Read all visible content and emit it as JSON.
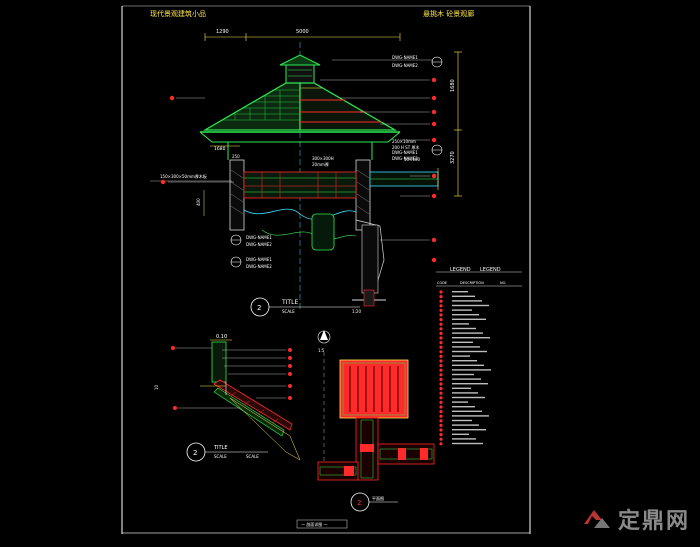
{
  "sheet": {
    "title_left": "现代景观建筑小品",
    "title_right": "悬挑木 砼景观廊",
    "bottom_label": "— 剖面详图 —"
  },
  "section_main": {
    "dim_top_left": "1290",
    "dim_top_right": "5000",
    "dim_right_upper": "1680",
    "dim_right_lower": "3270",
    "dim_left": "1680",
    "dim_left_post": "400",
    "label_250": "250",
    "label_beam": "300×300H",
    "label_slab": "20mm厚",
    "label_left_beam": "150×300×50mm厚木板",
    "label_right_beam": "50×100",
    "label_detail_a": "250×10mm",
    "label_detail_b": "200 H ST 厚木",
    "callout_a": "DWG-NAME1",
    "callout_b": "DWG-NAME2",
    "callout_c": "DWG-NAME1",
    "callout_d": "DWG-NAME2",
    "callout_e": "DWG-NAME1",
    "callout_f": "DWG-NAME2",
    "callout_g": "DWG-NAME1",
    "callout_h": "DWG-NAME2",
    "marker_num": "2",
    "marker_title": "TITLE",
    "marker_scale": "SCALE",
    "marker_scale_value": "1:20"
  },
  "section_detail": {
    "dim_top": "0.10",
    "marker_num": "2",
    "marker_title": "TITLE",
    "marker_scale_left": "SCALE",
    "marker_scale_right": "SCALE"
  },
  "plan": {
    "dim_top": "1:5",
    "marker_num": "2",
    "marker_title": "平面图"
  },
  "legend": {
    "header_left": "LEGEND",
    "header_right": "LEGEND",
    "col1": "CODE",
    "col2": "DESCRIPTION",
    "col3": "NO."
  },
  "watermark": {
    "text": "定鼎网"
  },
  "colors": {
    "frame": "#d8d8d8",
    "roof": "#2eea52",
    "accent_red": "#ff2a2a",
    "cyan": "#39e0ff",
    "yellow": "#ffe64a",
    "white": "#ffffff",
    "magenta": "#ff34d2",
    "green_dark": "#0f8f2a"
  }
}
